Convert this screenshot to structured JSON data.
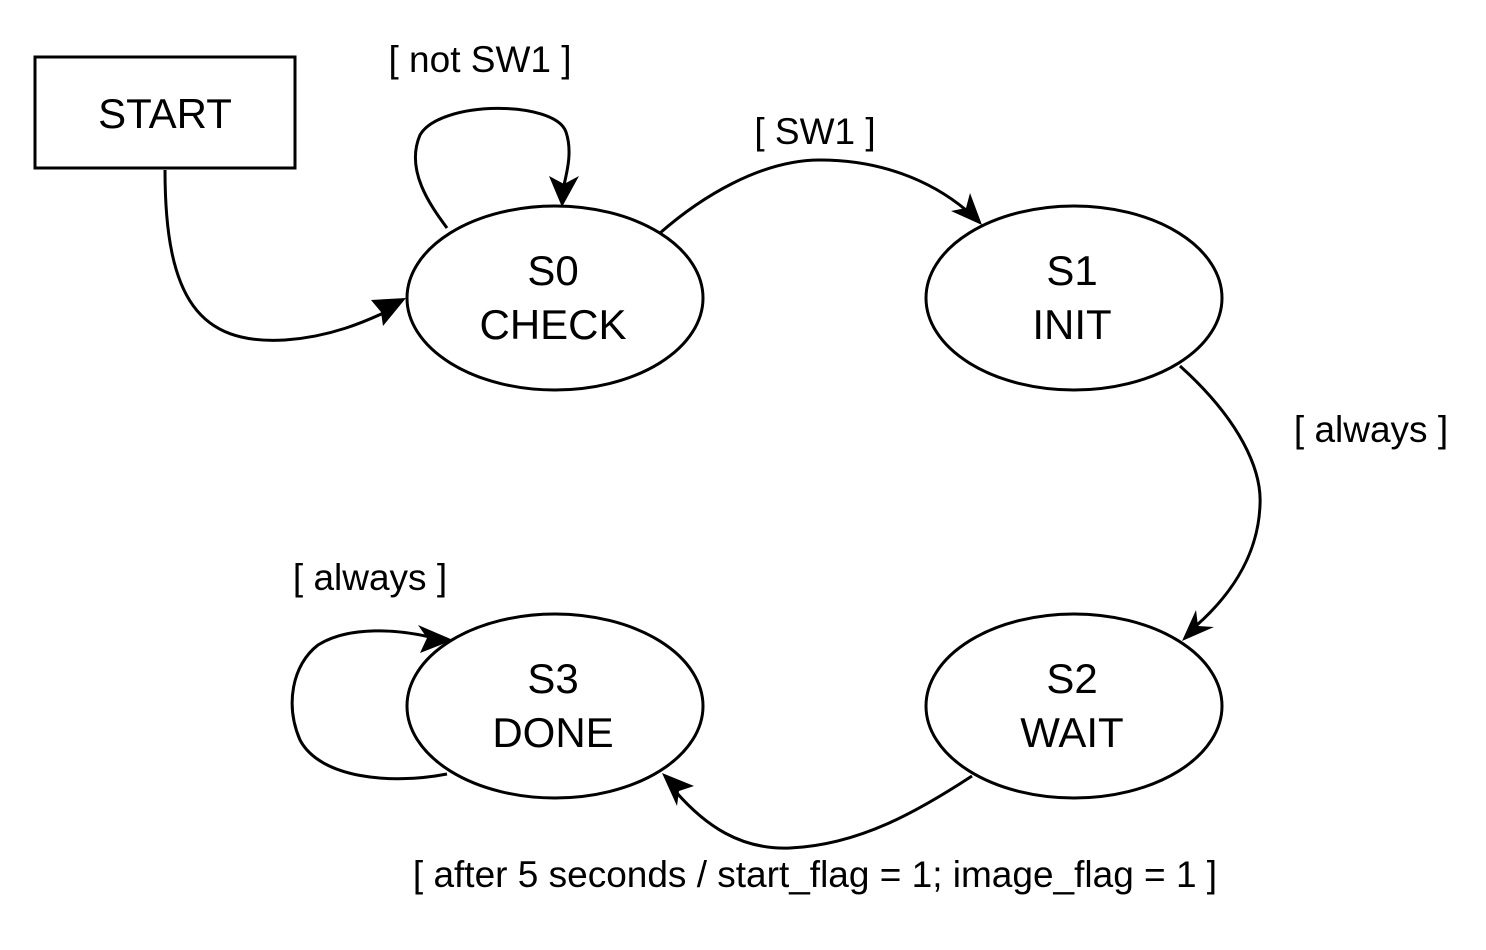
{
  "diagram": {
    "start": {
      "label": "START"
    },
    "states": {
      "s0": {
        "id": "S0",
        "name": "CHECK"
      },
      "s1": {
        "id": "S1",
        "name": "INIT"
      },
      "s2": {
        "id": "S2",
        "name": "WAIT"
      },
      "s3": {
        "id": "S3",
        "name": "DONE"
      }
    },
    "transitions": {
      "s0_self": {
        "from": "S0",
        "to": "S0",
        "label": "[ not SW1 ]"
      },
      "s0_s1": {
        "from": "S0",
        "to": "S1",
        "label": "[ SW1 ]"
      },
      "s1_s2": {
        "from": "S1",
        "to": "S2",
        "label": "[ always ]"
      },
      "s2_s3": {
        "from": "S2",
        "to": "S3",
        "label": "[ after 5 seconds / start_flag = 1; image_flag = 1 ]"
      },
      "s3_self": {
        "from": "S3",
        "to": "S3",
        "label": "[ always ]"
      }
    },
    "colors": {
      "stroke": "#000000",
      "fill": "#ffffff",
      "text": "#000000"
    }
  }
}
